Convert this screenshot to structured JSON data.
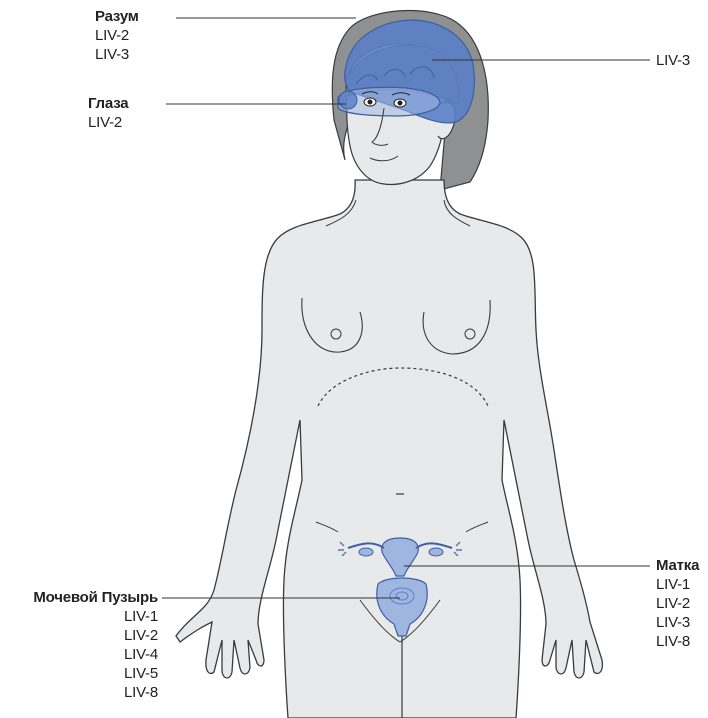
{
  "colors": {
    "body_fill": "#e8e9ea",
    "outline": "#3a3a3a",
    "hair": "#8f9091",
    "organ_fill": "#5b80c6",
    "organ_light": "#9fb6e0",
    "organ_stroke": "#3e5fa3",
    "leader": "#333333"
  },
  "annotations": {
    "mind": {
      "title": "Разум",
      "codes": [
        "LIV-2",
        "LIV-3"
      ]
    },
    "head_right": {
      "title": "",
      "codes": [
        "LIV-3"
      ]
    },
    "eyes": {
      "title": "Глаза",
      "codes": [
        "LIV-2"
      ]
    },
    "bladder": {
      "title": "Мочевой Пузырь",
      "codes": [
        "LIV-1",
        "LIV-2",
        "LIV-4",
        "LIV-5",
        "LIV-8"
      ]
    },
    "uterus": {
      "title": "Матка",
      "codes": [
        "LIV-1",
        "LIV-2",
        "LIV-3",
        "LIV-8"
      ]
    }
  }
}
